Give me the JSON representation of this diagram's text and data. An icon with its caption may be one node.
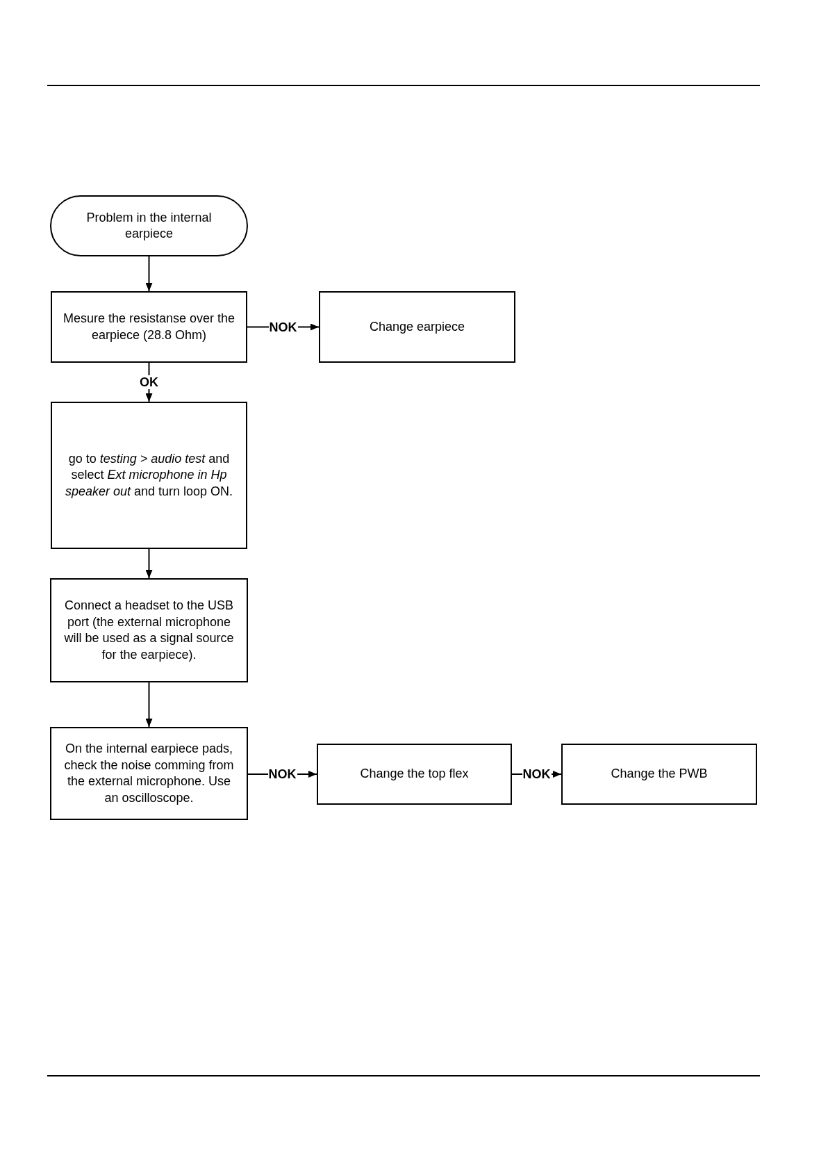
{
  "diagram": {
    "nodes": [
      {
        "text": [
          "Problem in the internal earpiece"
        ]
      },
      {
        "text": [
          "Mesure the resistanse over the earpiece (28.8 Ohm)"
        ]
      },
      {
        "text": [
          "Change earpiece"
        ]
      },
      {
        "text": [
          "go to *testing > audio test* and select *Ext microphone in Hp speaker out* and turn loop ON."
        ]
      },
      {
        "text": [
          "Connect a headset to the USB port (the external microphone will be used as a signal source for the earpiece)."
        ]
      },
      {
        "text": [
          "On the internal earpiece pads, check the noise comming from the external microphone. Use an oscilloscope."
        ]
      },
      {
        "text": [
          "Change the top flex"
        ]
      },
      {
        "text": [
          "Change the PWB"
        ]
      }
    ],
    "edges": [
      {
        "from": 0,
        "to": 1,
        "arrow": "to"
      },
      {
        "from": 1,
        "to": 2,
        "arrow": "to",
        "label": "NOK"
      },
      {
        "from": 1,
        "to": 3,
        "arrow": "to",
        "label": "OK"
      },
      {
        "from": 3,
        "to": 4,
        "arrow": "to"
      },
      {
        "from": 4,
        "to": 5,
        "arrow": "to"
      },
      {
        "from": 5,
        "to": 6,
        "arrow": "to",
        "label": "NOK"
      },
      {
        "from": 6,
        "to": 7,
        "arrow": "to",
        "label": "NOK"
      }
    ]
  }
}
